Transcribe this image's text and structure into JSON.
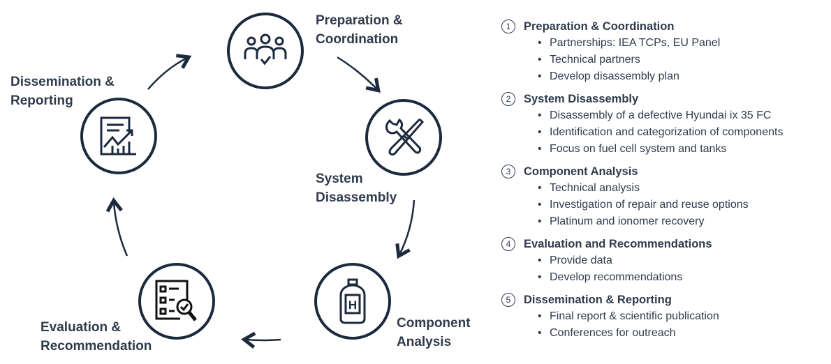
{
  "cycle": [
    {
      "label_line1": "Preparation &",
      "label_line2": "Coordination",
      "icon": "people-check-icon"
    },
    {
      "label_line1": "System",
      "label_line2": "Disassembly",
      "icon": "wrench-screwdriver-icon"
    },
    {
      "label_line1": "Component",
      "label_line2": "Analysis",
      "icon": "hydrogen-tank-icon"
    },
    {
      "label_line1": "Evaluation &",
      "label_line2": "Recommendation",
      "icon": "checklist-magnifier-icon"
    },
    {
      "label_line1": "Dissemination &",
      "label_line2": "Reporting",
      "icon": "report-chart-icon"
    }
  ],
  "steps": [
    {
      "num": "1",
      "title": "Preparation & Coordination",
      "items": [
        "Partnerships: IEA TCPs, EU Panel",
        "Technical partners",
        "Develop disassembly plan"
      ]
    },
    {
      "num": "2",
      "title": "System Disassembly",
      "items": [
        "Disassembly of a defective Hyundai ix 35 FC",
        "Identification and categorization of components",
        "Focus on fuel cell system and tanks"
      ]
    },
    {
      "num": "3",
      "title": "Component Analysis",
      "items": [
        "Technical analysis",
        "Investigation of repair and reuse options",
        "Platinum and ionomer recovery"
      ]
    },
    {
      "num": "4",
      "title": "Evaluation and Recommendations",
      "items": [
        "Provide data",
        "Develop recommendations"
      ]
    },
    {
      "num": "5",
      "title": "Dissemination & Reporting",
      "items": [
        "Final report & scientific publication",
        "Conferences for outreach"
      ]
    }
  ],
  "bullet": "•"
}
